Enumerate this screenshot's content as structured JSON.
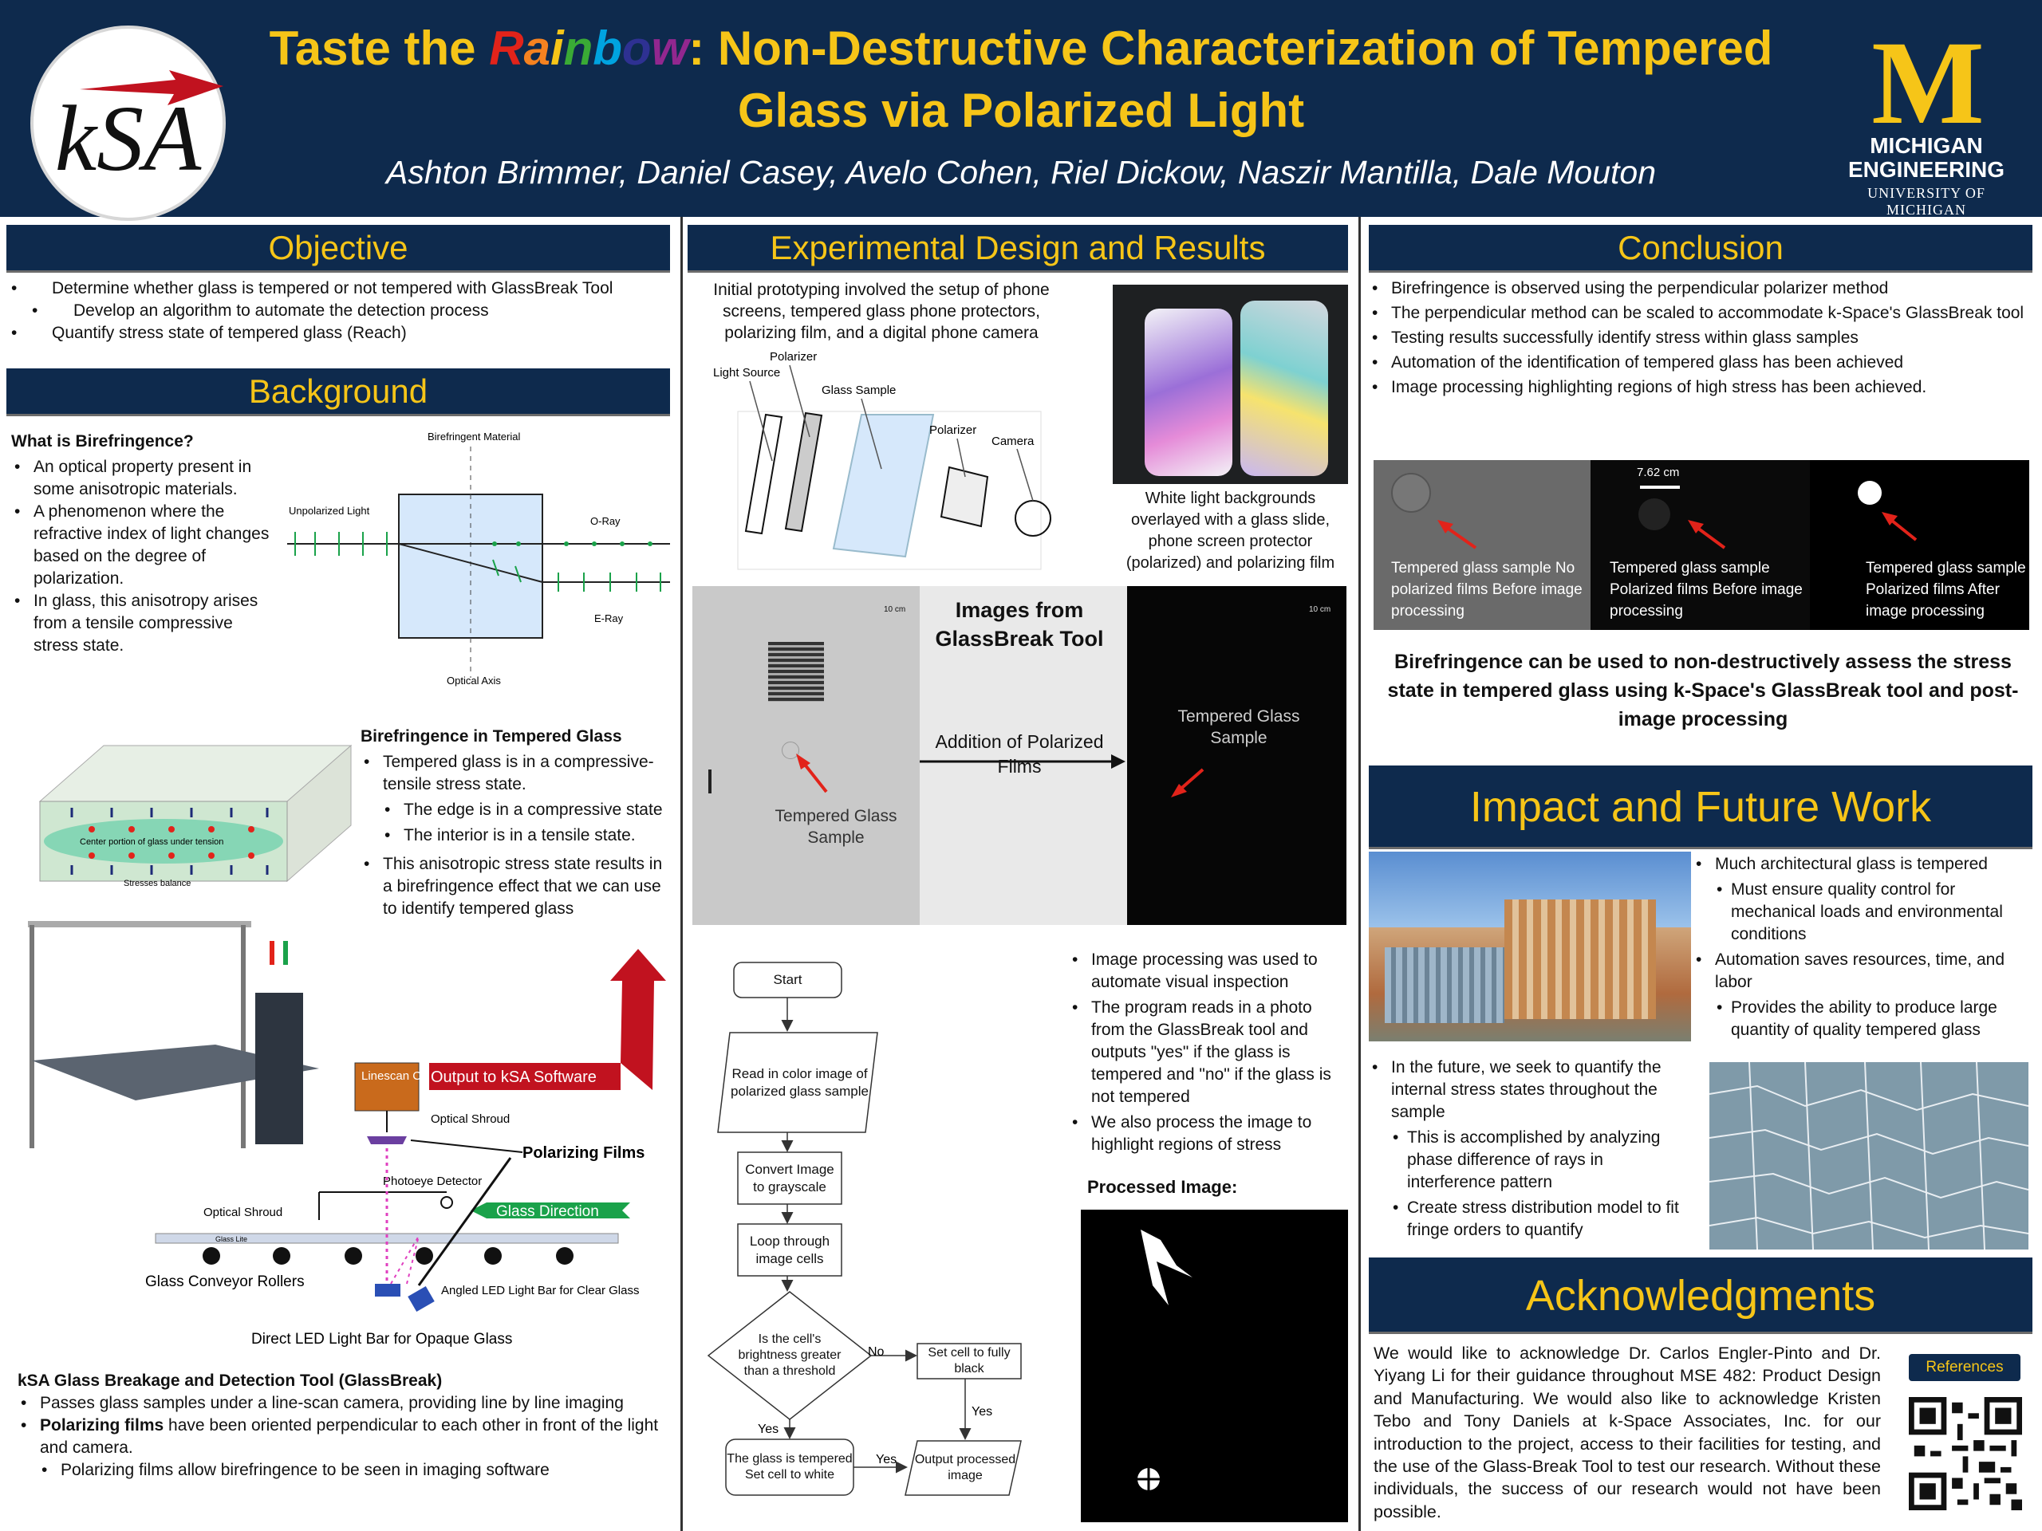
{
  "header": {
    "ksa_logo": "kSA",
    "title_lead": "Taste the ",
    "title_rainbow": "Rainbow",
    "title_line1_rest": ": Non-Destructive Characterization of Tempered",
    "title_line2": "Glass via Polarized Light",
    "authors": "Ashton Brimmer, Daniel Casey, Avelo Cohen, Riel Dickow, Naszir Mantilla, Dale Mouton",
    "um_letter": "M",
    "um_line1": "MICHIGAN",
    "um_line2": "ENGINEERING",
    "um_line3": "UNIVERSITY OF MICHIGAN"
  },
  "rainbow_colors": [
    "#e2231a",
    "#f58220",
    "#f6c518",
    "#3aaa35",
    "#00a3e0",
    "#2e3192",
    "#92278f"
  ],
  "colors": {
    "navy": "#0e2a4d",
    "maize": "#f6c518",
    "arrow_red": "#c1121f",
    "green": "#1aa24a"
  },
  "objective": {
    "heading": "Objective",
    "items": [
      "Determine whether glass is tempered or not tempered with GlassBreak Tool",
      "Develop an algorithm to automate the detection process",
      "Quantify stress state of tempered glass (Reach)"
    ]
  },
  "background": {
    "heading": "Background",
    "q": "What is Birefringence?",
    "items": [
      "An optical property present in some anisotropic materials.",
      "A phenomenon where the refractive index of light changes based on the degree of polarization.",
      "In glass, this anisotropy arises from a tensile compressive stress state."
    ],
    "bi_diagram": {
      "top": "Birefringent Material",
      "left": "Unpolarized Light",
      "oray": "O-Ray",
      "eray": "E-Ray",
      "axis": "Optical Axis"
    },
    "tg_heading": "Birefringence in Tempered Glass",
    "tg_items": [
      "Tempered glass is in a compressive-tensile stress state.",
      "The edge is in a compressive state",
      "The interior is in a tensile state.",
      "This anisotropic stress state results in a birefringence effect that we can use to identify tempered glass"
    ],
    "slab_center": "Center portion of glass under tension",
    "slab_caption": "Stresses balance",
    "tool": {
      "linescan": "Linescan Camera",
      "output": "Output to kSA Software",
      "shroud1": "Optical Shroud",
      "films": "Polarizing Films",
      "photoeye": "Photoeye Detector",
      "shroud2": "Optical Shroud",
      "direction": "Glass Direction",
      "lite": "Glass Lite",
      "rollers": "Glass Conveyor Rollers",
      "angled": "Angled LED Light Bar for Clear Glass",
      "direct": "Direct LED Light Bar for Opaque Glass"
    },
    "gb_heading": "kSA Glass Breakage and Detection Tool (GlassBreak)",
    "gb_item1": "Passes glass samples under a line-scan camera, providing line by line imaging",
    "gb_item2_bold": "Polarizing films",
    "gb_item2_rest": " have been oriented perpendicular to each other in front of the light and camera.",
    "gb_item3": "Polarizing films allow birefringence to be seen in imaging software"
  },
  "experimental": {
    "heading": "Experimental Design and Results",
    "intro": "Initial prototyping involved the setup of phone screens, tempered glass phone protectors, polarizing film, and a digital phone camera",
    "setup": {
      "light": "Light Source",
      "polarizer1": "Polarizer",
      "sample": "Glass Sample",
      "polarizer2": "Polarizer",
      "camera": "Camera"
    },
    "phone_caption": "White light backgrounds overlayed with a glass slide, phone screen protector (polarized) and polarizing film",
    "gb_title": "Images from GlassBreak Tool",
    "gb_arrow": "Addition of Polarized Films",
    "gb_left_label": "Tempered Glass Sample",
    "gb_right_label": "Tempered Glass Sample",
    "scale": "10 cm",
    "flow": {
      "start": "Start",
      "read": "Read in color image of polarized glass sample",
      "convert": "Convert Image to grayscale",
      "loop": "Loop through image cells",
      "decision": "Is the cell's brightness greater than a threshold",
      "no": "No",
      "yes": "Yes",
      "black": "Set cell to fully black",
      "white": "The glass is tempered Set cell to white",
      "output": "Output processed image"
    },
    "proc_items": [
      "Image processing was used to automate visual inspection",
      "The program reads in a photo from the GlassBreak tool and outputs \"yes\" if the glass is tempered and \"no\" if the glass is not tempered",
      "We also process the image to highlight regions of stress"
    ],
    "processed_label": "Processed Image:"
  },
  "conclusion": {
    "heading": "Conclusion",
    "items": [
      "Birefringence is observed using the perpendicular polarizer method",
      "The perpendicular method can be scaled to accommodate k-Space's GlassBreak tool",
      "Testing results successfully identify stress within glass samples",
      "Automation of the identification of tempered glass has been achieved",
      "Image processing highlighting regions of high stress has been achieved."
    ],
    "panels": [
      "Tempered glass sample No polarized films Before image processing",
      "Tempered glass sample Polarized films Before image processing",
      "Tempered glass sample Polarized films After image processing"
    ],
    "panel_scale": "7.62 cm",
    "summary": "Birefringence can be used to non-destructively assess the stress state in tempered glass using k-Space's GlassBreak tool and post-image processing"
  },
  "impact": {
    "heading": "Impact and Future Work",
    "items_right": [
      "Much architectural glass is tempered",
      "Must ensure quality control for mechanical loads and environmental conditions",
      "Automation saves resources, time, and labor",
      "Provides the ability to produce large quantity of quality tempered glass"
    ],
    "items_left": [
      "In the future, we seek to quantify the internal stress states throughout the sample",
      "This is accomplished by analyzing phase difference of rays in interference pattern",
      "Create stress distribution model to fit fringe orders to quantify"
    ]
  },
  "ack": {
    "heading": "Acknowledgments",
    "text": "We would like to acknowledge Dr. Carlos Engler-Pinto and Dr. Yiyang Li for their guidance throughout MSE 482: Product Design and Manufacturing. We would also like to acknowledge Kristen Tebo and Tony Daniels at k-Space Associates, Inc. for our introduction to the project, access to their facilities for testing, and the use of the Glass-Break Tool to test our research. Without these individuals, the success of our research would not have been possible.",
    "references": "References"
  }
}
